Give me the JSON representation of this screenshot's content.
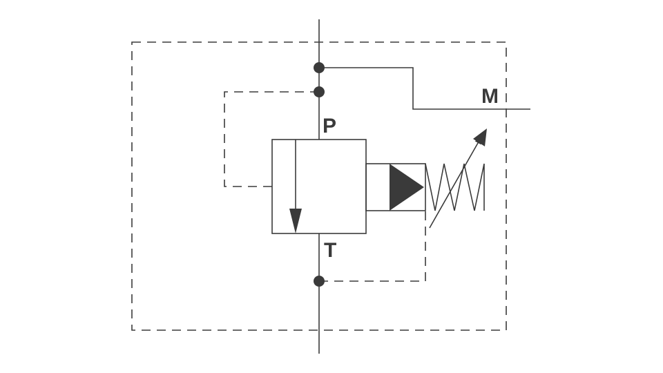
{
  "symbol": {
    "ports": {
      "pressure": "P",
      "tank": "T",
      "gauge": "M"
    },
    "colors": {
      "line": "#3a3a3a",
      "background": "#ffffff"
    }
  }
}
